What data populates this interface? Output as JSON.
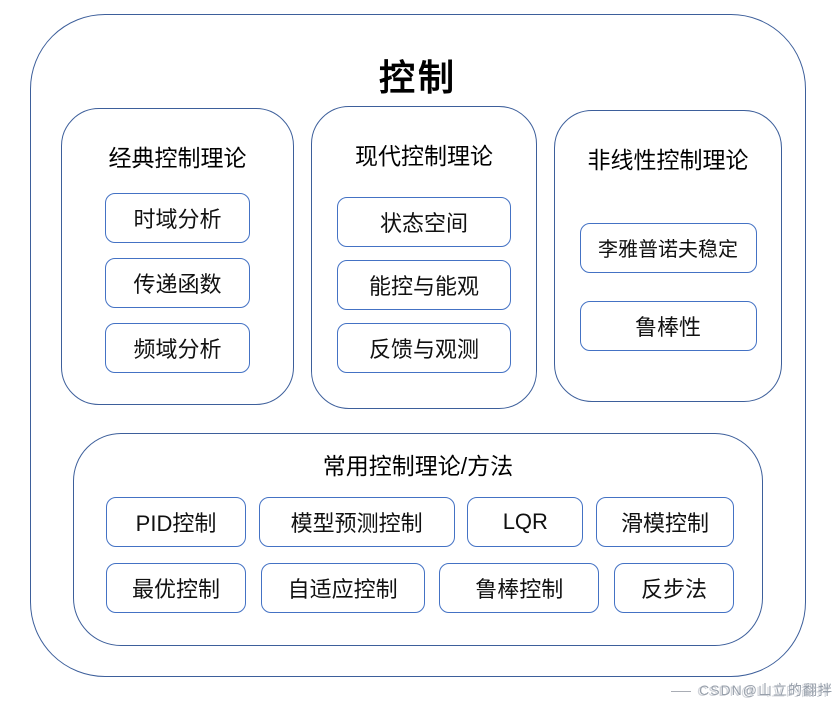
{
  "title": "控制",
  "groups": [
    {
      "title": "经典控制理论",
      "items": [
        "时域分析",
        "传递函数",
        "频域分析"
      ]
    },
    {
      "title": "现代控制理论",
      "items": [
        "状态空间",
        "能控与能观",
        "反馈与观测"
      ]
    },
    {
      "title": "非线性控制理论",
      "items": [
        "李雅普诺夫稳定",
        "鲁棒性"
      ]
    }
  ],
  "bottom_group": {
    "title": "常用控制理论/方法",
    "items": [
      "PID控制",
      "模型预测控制",
      "LQR",
      "滑模控制",
      "最优控制",
      "自适应控制",
      "鲁棒控制",
      "反步法"
    ]
  },
  "watermark": "CSDN@山立的翻拌",
  "colors": {
    "container_border": "#3D5F9B",
    "item_border": "#4472C4",
    "text": "#111111",
    "watermark_text": "#98A0AB"
  }
}
